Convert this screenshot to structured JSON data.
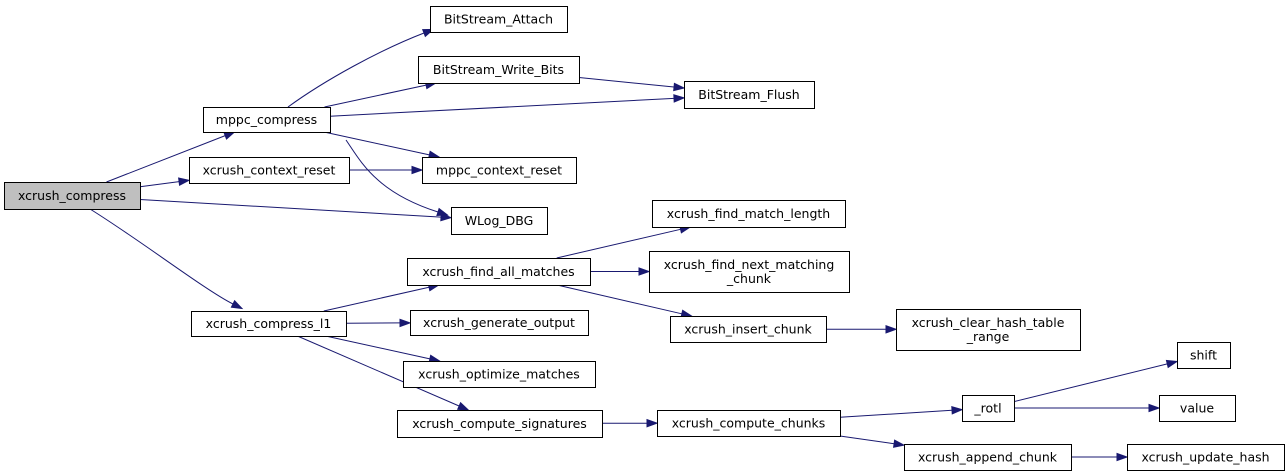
{
  "graph": {
    "title": "",
    "colors": {
      "edge": "#191970",
      "node_border": "#000000",
      "root_fill": "#bfbfbf",
      "node_fill": "#ffffff"
    },
    "nodes": [
      {
        "id": "xcrush_compress",
        "lines": [
          "xcrush_compress"
        ],
        "root": true
      },
      {
        "id": "mppc_compress",
        "lines": [
          "mppc_compress"
        ]
      },
      {
        "id": "xcrush_context_reset",
        "lines": [
          "xcrush_context_reset"
        ]
      },
      {
        "id": "xcrush_compress_l1",
        "lines": [
          "xcrush_compress_l1"
        ]
      },
      {
        "id": "BitStream_Attach",
        "lines": [
          "BitStream_Attach"
        ]
      },
      {
        "id": "BitStream_Write_Bits",
        "lines": [
          "BitStream_Write_Bits"
        ]
      },
      {
        "id": "BitStream_Flush",
        "lines": [
          "BitStream_Flush"
        ]
      },
      {
        "id": "mppc_context_reset",
        "lines": [
          "mppc_context_reset"
        ]
      },
      {
        "id": "WLog_DBG",
        "lines": [
          "WLog_DBG"
        ]
      },
      {
        "id": "xcrush_find_all_matches",
        "lines": [
          "xcrush_find_all_matches"
        ]
      },
      {
        "id": "xcrush_generate_output",
        "lines": [
          "xcrush_generate_output"
        ]
      },
      {
        "id": "xcrush_optimize_matches",
        "lines": [
          "xcrush_optimize_matches"
        ]
      },
      {
        "id": "xcrush_compute_signatures",
        "lines": [
          "xcrush_compute_signatures"
        ]
      },
      {
        "id": "xcrush_find_match_length",
        "lines": [
          "xcrush_find_match_length"
        ]
      },
      {
        "id": "xcrush_find_next_matching_chunk",
        "lines": [
          "xcrush_find_next_matching",
          "_chunk"
        ]
      },
      {
        "id": "xcrush_insert_chunk",
        "lines": [
          "xcrush_insert_chunk"
        ]
      },
      {
        "id": "xcrush_clear_hash_table_range",
        "lines": [
          "xcrush_clear_hash_table",
          "_range"
        ]
      },
      {
        "id": "xcrush_compute_chunks",
        "lines": [
          "xcrush_compute_chunks"
        ]
      },
      {
        "id": "_rotl",
        "lines": [
          "_rotl"
        ]
      },
      {
        "id": "xcrush_append_chunk",
        "lines": [
          "xcrush_append_chunk"
        ]
      },
      {
        "id": "shift",
        "lines": [
          "shift"
        ]
      },
      {
        "id": "value",
        "lines": [
          "value"
        ]
      },
      {
        "id": "xcrush_update_hash",
        "lines": [
          "xcrush_update_hash"
        ]
      }
    ],
    "edges": [
      [
        "xcrush_compress",
        "mppc_compress"
      ],
      [
        "xcrush_compress",
        "xcrush_context_reset"
      ],
      [
        "xcrush_compress",
        "WLog_DBG"
      ],
      [
        "xcrush_compress",
        "xcrush_compress_l1"
      ],
      [
        "mppc_compress",
        "BitStream_Attach"
      ],
      [
        "mppc_compress",
        "BitStream_Write_Bits"
      ],
      [
        "mppc_compress",
        "BitStream_Flush"
      ],
      [
        "mppc_compress",
        "mppc_context_reset"
      ],
      [
        "mppc_compress",
        "WLog_DBG"
      ],
      [
        "BitStream_Write_Bits",
        "BitStream_Flush"
      ],
      [
        "xcrush_context_reset",
        "mppc_context_reset"
      ],
      [
        "xcrush_compress_l1",
        "xcrush_find_all_matches"
      ],
      [
        "xcrush_compress_l1",
        "xcrush_generate_output"
      ],
      [
        "xcrush_compress_l1",
        "xcrush_optimize_matches"
      ],
      [
        "xcrush_compress_l1",
        "xcrush_compute_signatures"
      ],
      [
        "xcrush_find_all_matches",
        "xcrush_find_match_length"
      ],
      [
        "xcrush_find_all_matches",
        "xcrush_find_next_matching_chunk"
      ],
      [
        "xcrush_find_all_matches",
        "xcrush_insert_chunk"
      ],
      [
        "xcrush_insert_chunk",
        "xcrush_clear_hash_table_range"
      ],
      [
        "xcrush_compute_signatures",
        "xcrush_compute_chunks"
      ],
      [
        "xcrush_compute_chunks",
        "_rotl"
      ],
      [
        "xcrush_compute_chunks",
        "xcrush_append_chunk"
      ],
      [
        "_rotl",
        "shift"
      ],
      [
        "_rotl",
        "value"
      ],
      [
        "xcrush_append_chunk",
        "xcrush_update_hash"
      ]
    ]
  }
}
